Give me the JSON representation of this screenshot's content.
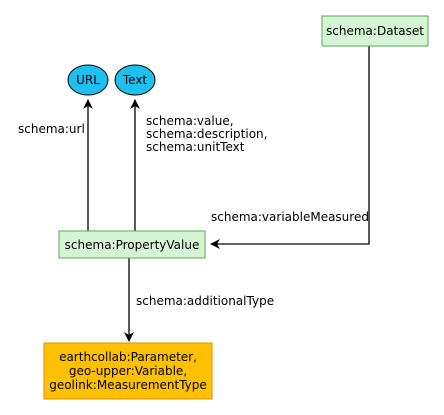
{
  "colors": {
    "class_fill": "#d5f5d5",
    "class_stroke": "#5aa85a",
    "literal_fill": "#1ec0f0",
    "literal_stroke": "#000000",
    "type_fill": "#ffc000",
    "type_stroke": "#d99000",
    "edge": "#000000"
  },
  "nodes": {
    "dataset": "schema:Dataset",
    "url": "URL",
    "text": "Text",
    "property_value": "schema:PropertyValue",
    "types": [
      "earthcollab:Parameter,",
      "geo-upper:Variable,",
      "geolink:MeasurementType"
    ]
  },
  "edges": {
    "url": "schema:url",
    "text": [
      "schema:value,",
      "schema:description,",
      "schema:unitText"
    ],
    "variable_measured": "schema:variableMeasured",
    "additional_type": "schema:additionalType"
  }
}
